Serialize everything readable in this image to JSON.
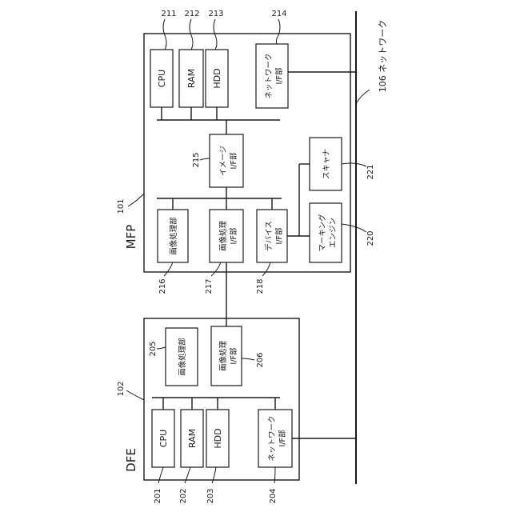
{
  "mfp": {
    "title": "MFP",
    "ref": "101",
    "blocks": {
      "cpu": {
        "label": "CPU",
        "ref": "211"
      },
      "ram": {
        "label": "RAM",
        "ref": "212"
      },
      "hdd": {
        "label": "HDD",
        "ref": "213"
      },
      "network_if": {
        "label1": "ネットワーク",
        "label2": "I/F部",
        "ref": "214"
      },
      "image_if": {
        "label1": "イメージ",
        "label2": "I/F部",
        "ref": "215"
      },
      "image_proc": {
        "label": "画像処理部",
        "ref": "216"
      },
      "image_proc_if": {
        "label1": "画像処理",
        "label2": "I/F部",
        "ref": "217"
      },
      "device_if": {
        "label1": "デバイス",
        "label2": "I/F部",
        "ref": "218"
      },
      "marking_engine": {
        "label1": "マーキング",
        "label2": "エンジン",
        "ref": "220"
      },
      "scanner": {
        "label": "スキャナ",
        "ref": "221"
      }
    }
  },
  "dfe": {
    "title": "DFE",
    "ref": "102",
    "blocks": {
      "cpu": {
        "label": "CPU",
        "ref": "201"
      },
      "ram": {
        "label": "RAM",
        "ref": "202"
      },
      "hdd": {
        "label": "HDD",
        "ref": "203"
      },
      "network_if": {
        "label1": "ネットワーク",
        "label2": "I/F部",
        "ref": "204"
      },
      "image_proc": {
        "label": "画像処理部",
        "ref": "205"
      },
      "image_proc_if": {
        "label1": "画像処理",
        "label2": "I/F部",
        "ref": "206"
      }
    }
  },
  "network": {
    "label": "106 ネットワーク"
  }
}
